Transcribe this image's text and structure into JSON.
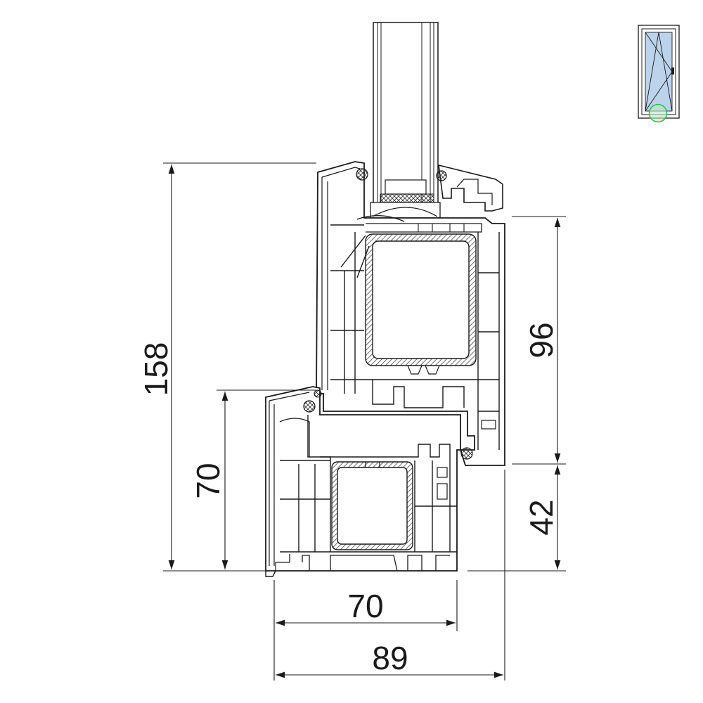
{
  "dimensions": {
    "total_height": "158",
    "frame_height": "70",
    "sash_height": "96",
    "overlap_height": "42",
    "frame_depth": "70",
    "total_depth": "89"
  },
  "colors": {
    "line": "#1a1a1a",
    "glass_fill": "#ffffff",
    "hatch": "#333333",
    "icon_glass": "#bcd3ec",
    "marker": "#2fbf4a"
  },
  "icons": {
    "window_type": "tilt-turn-window-icon",
    "position_marker": "green-circle-marker"
  }
}
